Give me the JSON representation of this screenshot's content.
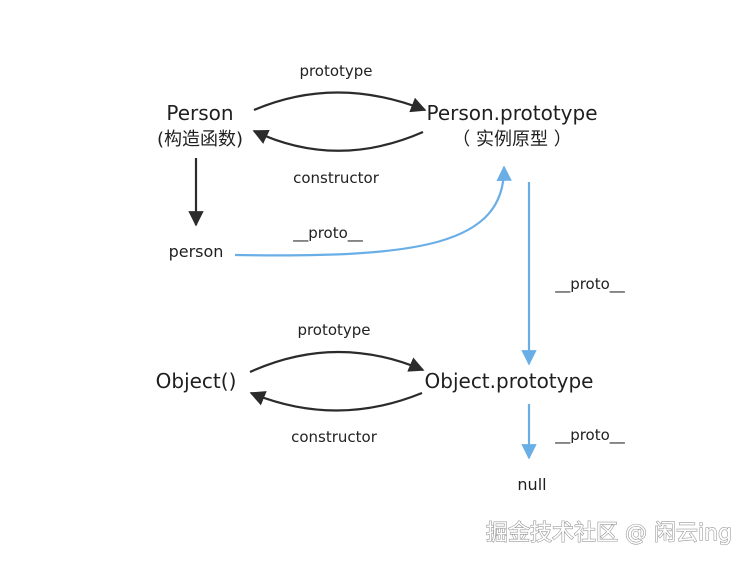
{
  "nodes": {
    "person_constructor": "Person",
    "person_constructor_sub": "(构造函数)",
    "person_prototype": "Person.prototype",
    "person_prototype_sub": "（ 实例原型 ）",
    "person_instance": "person",
    "object_constructor": "Object()",
    "object_prototype": "Object.prototype",
    "null_value": "null"
  },
  "edges": {
    "person_prototype_label": "prototype",
    "person_constructor_label": "constructor",
    "instance_proto_label": "__proto__",
    "prototype_chain_label": "__proto__",
    "object_prototype_label": "prototype",
    "object_constructor_label": "constructor",
    "null_proto_label": "__proto__"
  },
  "watermark": "掘金技术社区 @ 闲云ing",
  "colors": {
    "dark_arrow": "#2b2b2b",
    "proto_arrow": "#6aaee6"
  }
}
